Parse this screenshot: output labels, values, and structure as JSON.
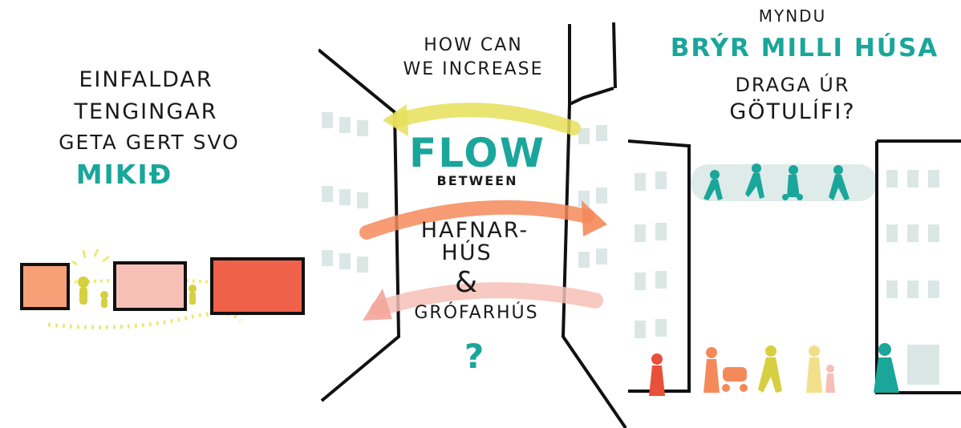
{
  "panel1": {
    "lines": [
      "EINFALDAR",
      "TENGINGAR",
      "GETA GERT SVO"
    ],
    "highlight": "MIKIÐ"
  },
  "panel2": {
    "intro_lines": [
      "HOW CAN",
      "WE INCREASE"
    ],
    "flow": "FLOW",
    "between": "BETWEEN",
    "place1_lines": [
      "HAFNAR-",
      "HÚS"
    ],
    "ampersand": "&",
    "place2": "GRÓFARHÚS",
    "question": "?"
  },
  "panel3": {
    "top": "MYNDU",
    "highlight": "BRÝR MILLI HÚSA",
    "lines": [
      "DRAGA ÚR",
      "GÖTULÍFI?"
    ]
  },
  "colors": {
    "teal": "#1aa69a",
    "orange": "#f48a5a",
    "pink": "#f4b4a8",
    "red": "#ee5a40",
    "yellow": "#e6df5a",
    "ink": "#1a1a1a"
  }
}
